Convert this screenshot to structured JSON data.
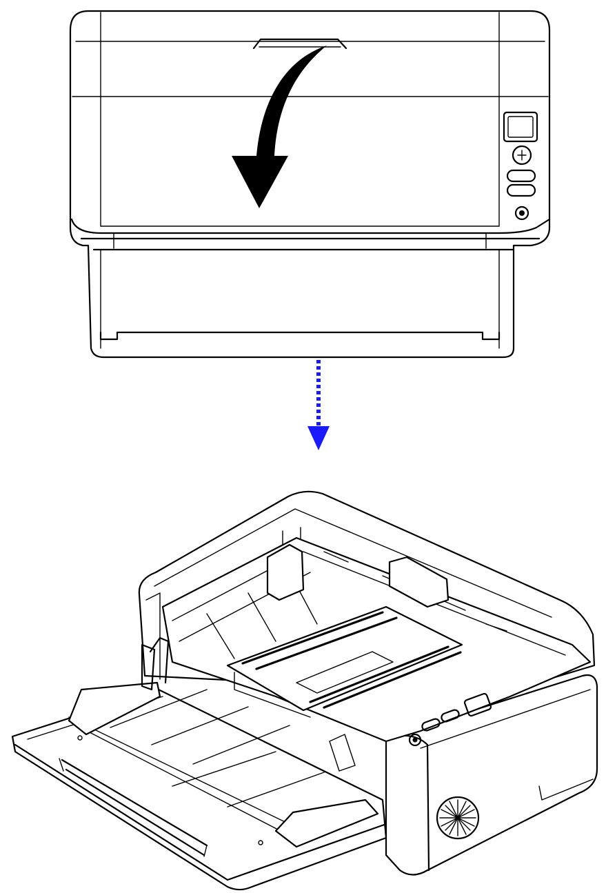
{
  "figure": {
    "steps": [
      {
        "id": "closed-scanner",
        "view": "front"
      },
      {
        "id": "open-scanner",
        "view": "isometric"
      }
    ],
    "icons": [
      "curved-arrow-down-icon",
      "dotted-arrow-down-icon",
      "power-button-icon"
    ],
    "colors": {
      "line": "#000000",
      "background": "#ffffff",
      "arrow_black": "#000000",
      "arrow_blue": "#1a1aff"
    }
  }
}
